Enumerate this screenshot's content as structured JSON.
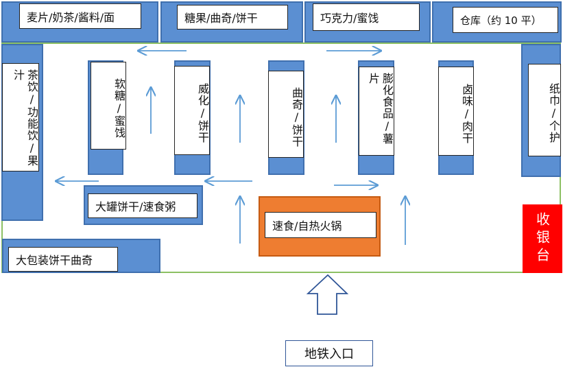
{
  "top_shelves": {
    "cereal": "麦片/奶茶/酱料/面",
    "candy": "糖果/曲奇/饼干",
    "chocolate": "巧克力/蜜饯",
    "warehouse": "仓库（约 10 平）"
  },
  "side_shelves": {
    "drinks": "茶饮/功能饮/果汁",
    "tissue": "纸巾/个护"
  },
  "aisles": {
    "soft_candy": "软糖/蜜饯",
    "wafer": "威化/饼干",
    "cookie": "曲奇/饼干",
    "puffed": "膨化食品/薯片",
    "braised": "卤味/肉干"
  },
  "bottom": {
    "canned": "大罐饼干/速食粥",
    "fast_food": "速食/自热火锅",
    "bulk": "大包装饼干曲奇"
  },
  "cashier": "收银台",
  "entrance": "地铁入口",
  "colors": {
    "shelf": "#5b8fd2",
    "fast_food": "#ee7d31",
    "cashier": "#ff0000",
    "arrow": "#5b9bd5",
    "store_border": "#8cc063"
  }
}
